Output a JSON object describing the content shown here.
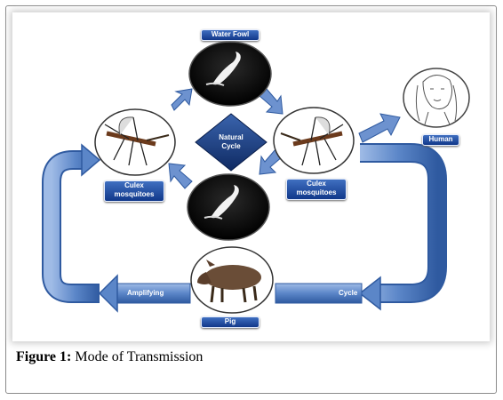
{
  "labels": {
    "water_fowl": "Water Fowl",
    "human": "Human",
    "culex_left_1": "Culex",
    "culex_left_2": "mosquitoes",
    "culex_right_1": "Culex",
    "culex_right_2": "mosquitoes",
    "pig": "Pig",
    "natural_cycle_1": "Natural",
    "natural_cycle_2": "Cycle",
    "amplifying": "Amplifying",
    "cycle": "Cycle"
  },
  "caption": {
    "figure": "Figure 1:",
    "text": "Mode of Transmission"
  },
  "colors": {
    "arrow_blue": "#5b86c8",
    "label_blue": "#1d4596",
    "diamond": "#1a3c7e"
  }
}
